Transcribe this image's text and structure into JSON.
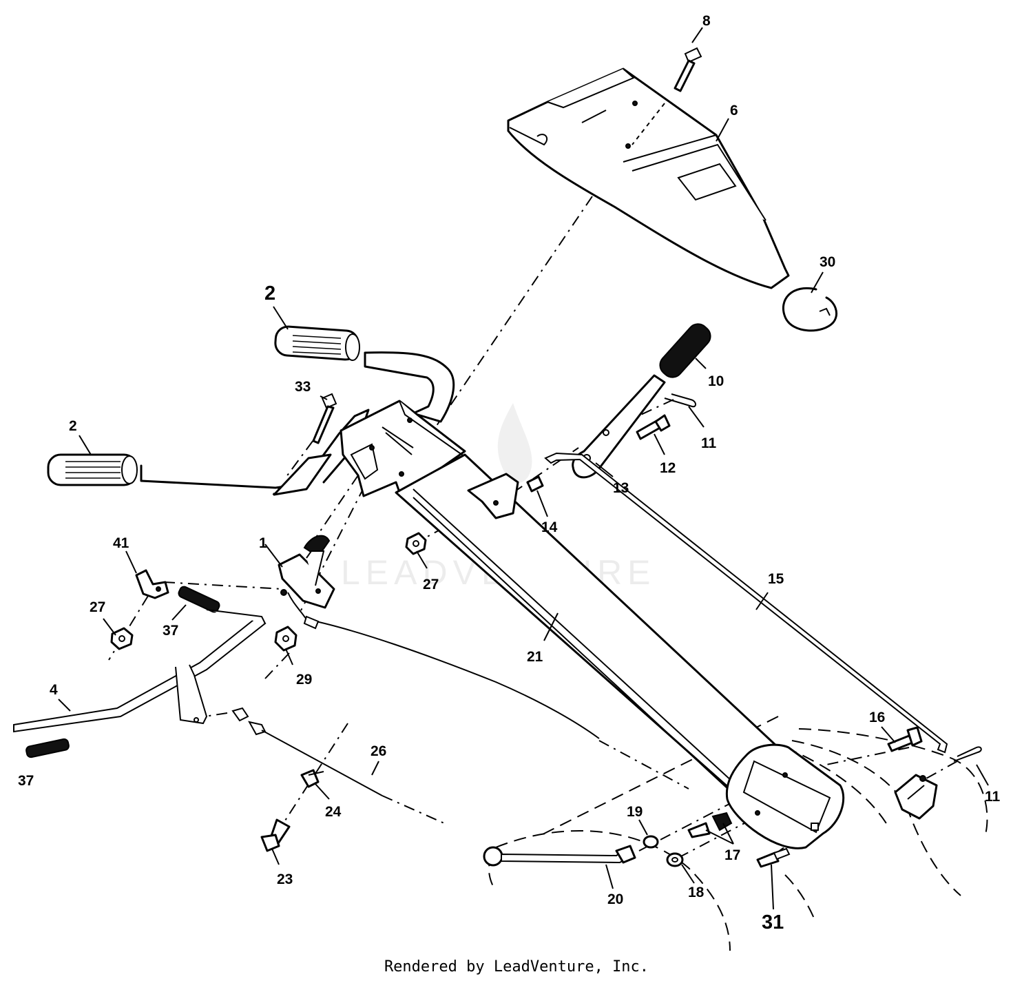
{
  "callouts": {
    "c8": "8",
    "c6": "6",
    "c30": "30",
    "c2a": "2",
    "c2b": "2",
    "c33": "33",
    "c10": "10",
    "c11a": "11",
    "c12": "12",
    "c13": "13",
    "c14": "14",
    "c41": "41",
    "c1": "1",
    "c27a": "27",
    "c27b": "27",
    "c37a": "37",
    "c37b": "37",
    "c29": "29",
    "c15": "15",
    "c21": "21",
    "c4": "4",
    "c26": "26",
    "c24": "24",
    "c23": "23",
    "c16": "16",
    "c11b": "11",
    "c19": "19",
    "c17": "17",
    "c18": "18",
    "c20": "20",
    "c31": "31"
  },
  "watermark": "LEADVENTURE",
  "footer": "Rendered by LeadVenture, Inc."
}
